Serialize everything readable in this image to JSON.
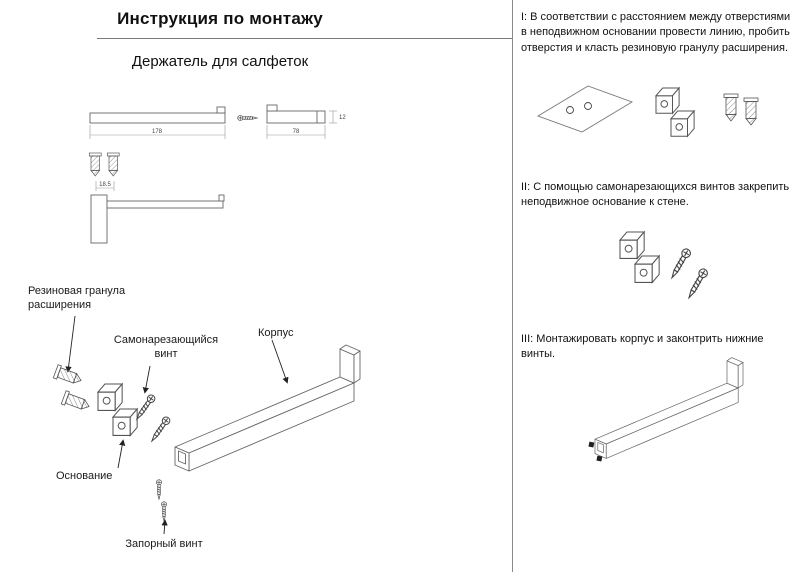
{
  "header": {
    "title": "Инструкция по монтажу"
  },
  "left": {
    "subtitle": "Держатель для салфеток",
    "dimensions": {
      "bar_length": "178",
      "end_length": "78",
      "end_height": "12",
      "hole_spacing": "18.5"
    },
    "labels": {
      "rubber_granule": "Резиновая гранула расширения",
      "self_tapping_screw": "Самонарезающийся винт",
      "body": "Корпус",
      "base": "Основание",
      "locking_screw": "Запорный винт"
    }
  },
  "right": {
    "steps": [
      "I: В соответствии с расстоянием между отверстиями в неподвижном основании провести линию, пробить отверстия и класть резиновую гранулу расширения.",
      "II: С помощью самонарезающихся винтов закрепить неподвижное основание к стене.",
      "III: Монтажировать корпус и законтрить нижние винты."
    ]
  }
}
